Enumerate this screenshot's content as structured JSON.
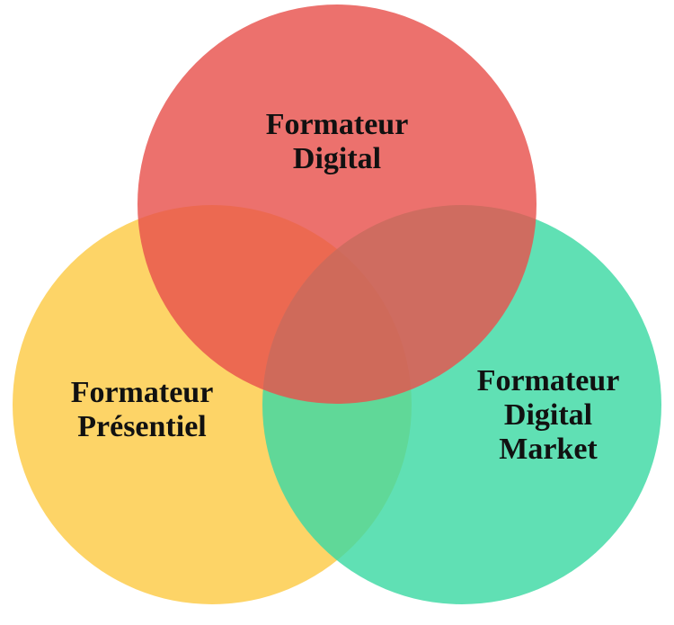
{
  "circles": [
    {
      "id": "digital",
      "lines": [
        "Formateur",
        "Digital"
      ],
      "color": "#E8524D"
    },
    {
      "id": "presentiel",
      "lines": [
        "Formateur",
        "Présentiel"
      ],
      "color": "#FCCB45"
    },
    {
      "id": "market",
      "lines": [
        "Formateur",
        "Digital",
        "Market"
      ],
      "color": "#3DD9A4"
    }
  ],
  "overlap_colors": {
    "digital_presentiel": "#F59F2E",
    "digital_market": "#AE5D4E",
    "presentiel_market": "#C2CB4B",
    "center": "#DD9E24"
  }
}
